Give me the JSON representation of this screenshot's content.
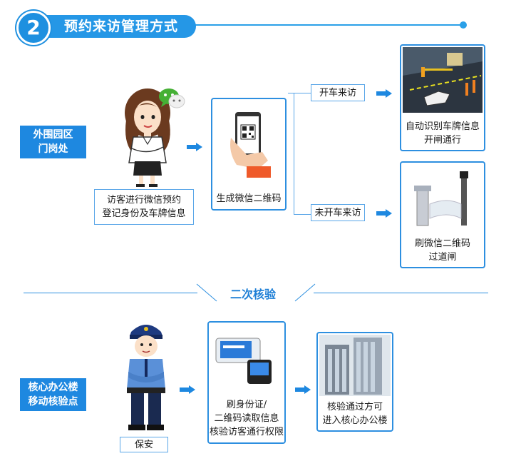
{
  "header": {
    "step_number": "2",
    "title": "预约来访管理方式"
  },
  "section1": {
    "location_label": [
      "外围园区",
      "门岗处"
    ],
    "visitor_caption": [
      "访客进行微信预约",
      "登记身份及车牌信息"
    ],
    "qr_caption": "生成微信二维码",
    "branch_car": "开车来访",
    "branch_nocar": "未开车来访",
    "result_car": [
      "自动识别车牌信息",
      "开闸通行"
    ],
    "result_nocar": [
      "刷微信二维码",
      "过道闸"
    ]
  },
  "divider_title": "二次核验",
  "section2": {
    "location_label": [
      "核心办公楼",
      "移动核验点"
    ],
    "guard_caption": "保安",
    "device_caption": [
      "刷身份证/",
      "二维码读取信息",
      "核验访客通行权限"
    ],
    "building_caption": [
      "核验通过方可",
      "进入核心办公楼"
    ]
  },
  "colors": {
    "accent": "#2597e6",
    "label_bg": "#1e88e0",
    "border": "#2d8fe0"
  },
  "icons": [
    "wechat-icon",
    "qr-phone-icon",
    "arrow-icon"
  ]
}
